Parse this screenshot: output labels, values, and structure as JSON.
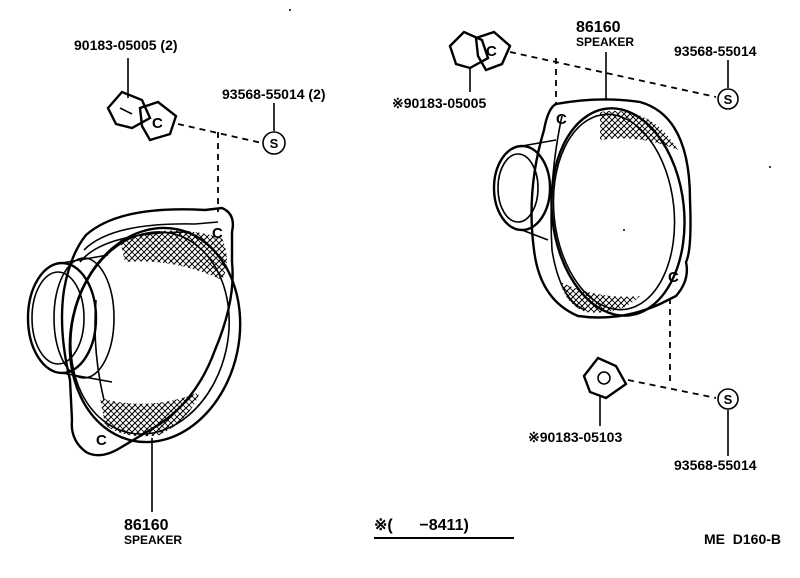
{
  "labels": {
    "left_clip_part": "90183-05005 (2)",
    "left_screw_part": "93568-55014 (2)",
    "left_speaker_part": "86160",
    "left_speaker_name": "SPEAKER",
    "right_speaker_part": "86160",
    "right_speaker_name": "SPEAKER",
    "right_top_clip_part": "※90183-05005",
    "right_top_screw_part": "93568-55014",
    "right_bottom_clip_part": "※90183-05103",
    "right_bottom_screw_part": "93568-55014",
    "footnote": "※(      −8411)",
    "diagram_code": "ME  D160-B"
  },
  "symbols": {
    "screw_symbol": "S",
    "clip_letter": "C"
  }
}
